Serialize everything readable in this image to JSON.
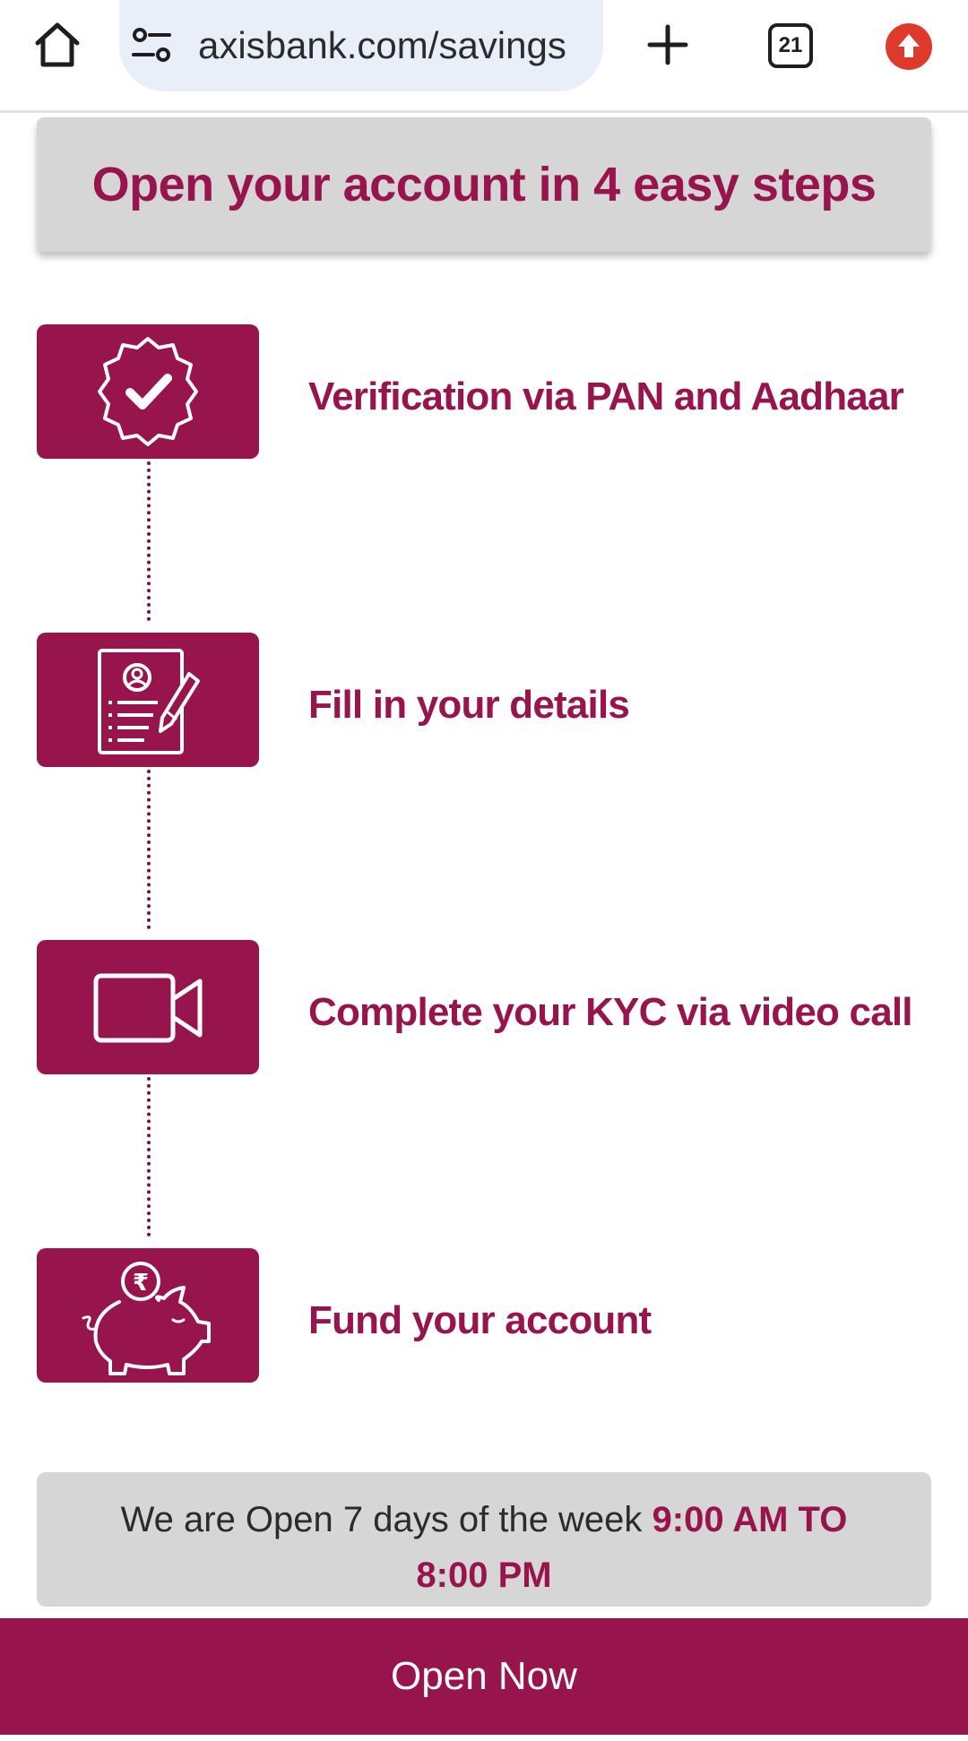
{
  "browser": {
    "url": "axisbank.com/savings",
    "tab_count": "21"
  },
  "header": {
    "title": "Open your account in 4 easy steps"
  },
  "steps": [
    {
      "label": "Verification via PAN and Aadhaar",
      "icon": "verified-badge-icon"
    },
    {
      "label": "Fill in your details",
      "icon": "form-pencil-icon"
    },
    {
      "label": "Complete your KYC via video call",
      "icon": "video-camera-icon"
    },
    {
      "label": "Fund your account",
      "icon": "piggy-bank-rupee-icon"
    }
  ],
  "hours": {
    "text": "We are Open 7 days of the week ",
    "highlight": "9:00 AM TO 8:00 PM"
  },
  "cta": {
    "label": "Open Now"
  },
  "colors": {
    "brand": "#97144d",
    "card_bg": "#d6d6d6",
    "url_bg": "#e9eff9",
    "update_red": "#dd3a2c"
  }
}
